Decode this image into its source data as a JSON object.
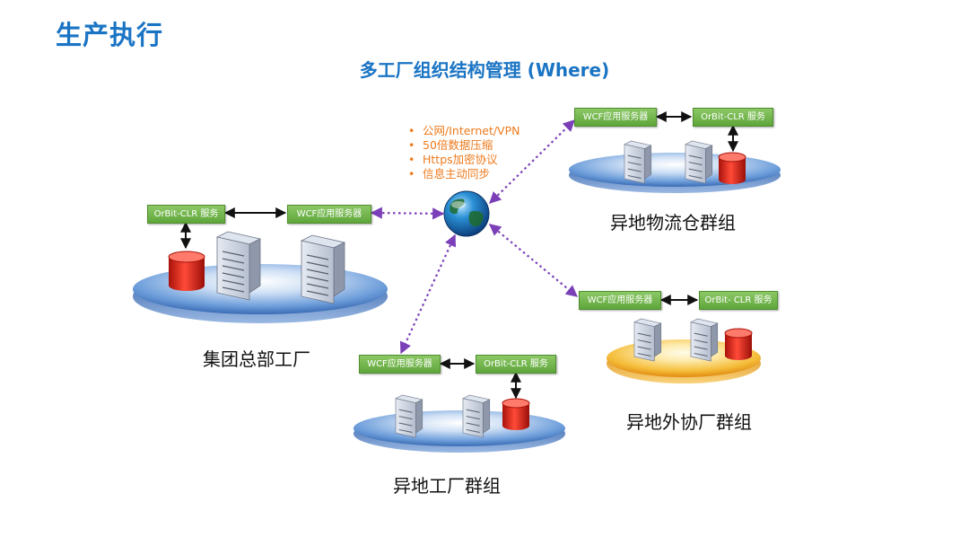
{
  "page_title": "生产执行",
  "diagram_title": "多工厂组织结构管理 (Where)",
  "features": [
    "公网/Internet/VPN",
    "50倍数据压缩",
    "Https加密协议",
    "信息主动同步"
  ],
  "groups": {
    "hq": {
      "label": "集团总部工厂",
      "wcf": "WCF应用服务器",
      "orbit": "OrBit-CLR 服务"
    },
    "logistics": {
      "label": "异地物流仓群组",
      "wcf": "WCF应用服务器",
      "orbit": "OrBit-CLR 服务"
    },
    "outsource": {
      "label": "异地外协厂群组",
      "wcf": "WCF应用服务器",
      "orbit": "OrBit- CLR 服务"
    },
    "remote_factory": {
      "label": "异地工厂群组",
      "wcf": "WCF应用服务器",
      "orbit": "OrBit-CLR 服务"
    }
  },
  "colors": {
    "title": "#1a74c4",
    "feature_text": "#ee7a1c",
    "server_box": "#6ab045",
    "connection": "#7b3fb8",
    "database": "#d9261c",
    "platform_blue": "#5b8fd0",
    "platform_orange": "#f2b233"
  },
  "icons": [
    "globe-icon",
    "server-icon",
    "database-icon"
  ]
}
